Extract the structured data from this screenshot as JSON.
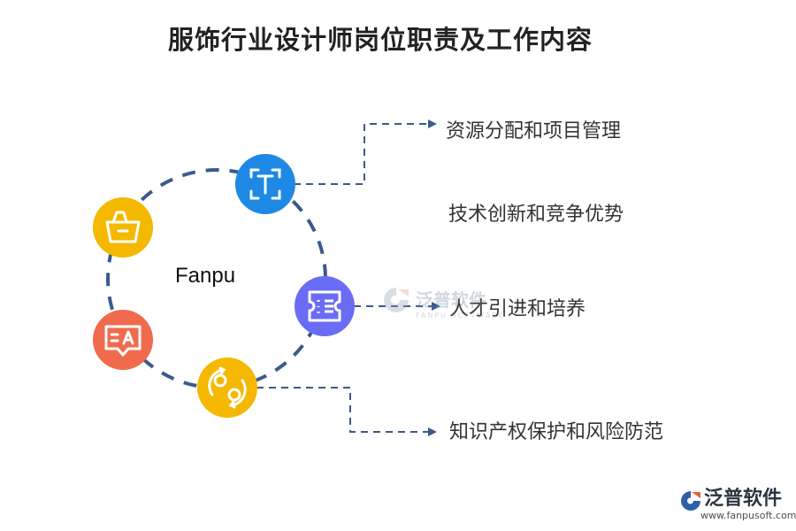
{
  "title": "服饰行业设计师岗位职责及工作内容",
  "center_label": "Fanpu",
  "items": [
    {
      "label": "资源分配和项目管理",
      "icon": "text-frame-icon",
      "color": "#1e88e5"
    },
    {
      "label": "技术创新和竞争优势",
      "icon": "",
      "color": ""
    },
    {
      "label": "人才引进和培养",
      "icon": "ticket-list-icon",
      "color": "#6a6cf6"
    },
    {
      "label": "知识产权保护和风险防范",
      "icon": "cycle-arrows-icon",
      "color": "#f5b800"
    }
  ],
  "extra_nodes": [
    {
      "icon": "basket-icon",
      "color": "#f5b800"
    },
    {
      "icon": "translate-chat-icon",
      "color": "#f06b4e"
    }
  ],
  "ring_color": "#3b5a8c",
  "watermark": {
    "cn": "泛普软件",
    "en": "FANPU SOFTWARE"
  },
  "brand": {
    "name": "泛普软件",
    "url": "www.fanpusoft.com"
  }
}
